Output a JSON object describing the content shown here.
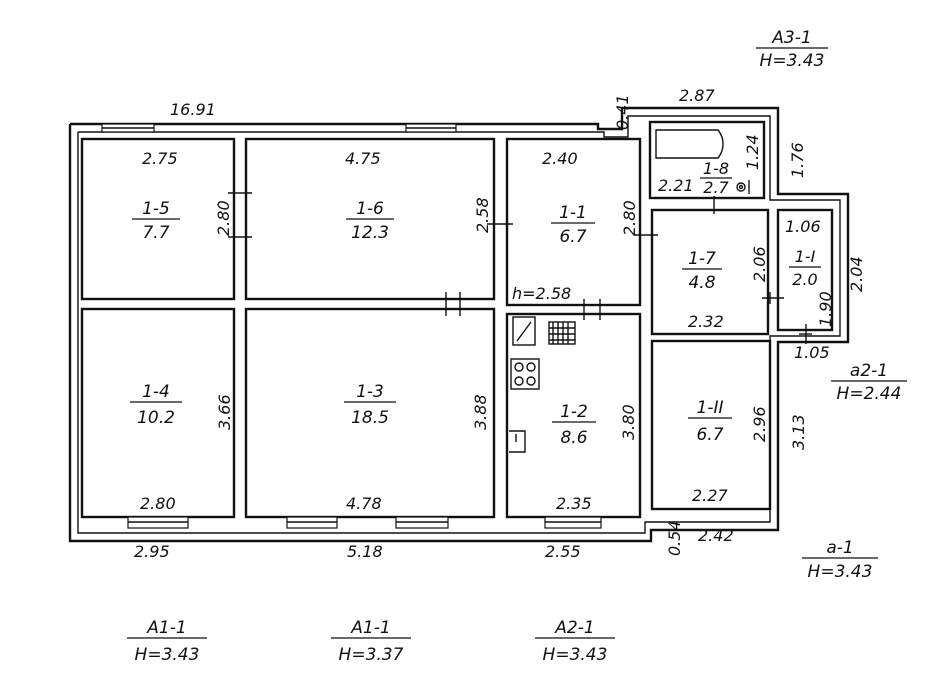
{
  "outer_dims": {
    "top_total": "16.91",
    "wall_step": "0.41",
    "annex_top": "2.87",
    "annex_side": "1.76",
    "porch_side": "2.04",
    "annex_right": "3.13",
    "step_bottom": "0.54",
    "annex_bottom": "2.42",
    "bottom_left": "2.95",
    "bottom_mid": "5.18",
    "bottom_right": "2.55"
  },
  "rooms": [
    {
      "id": "1-5",
      "area": "7.7",
      "width": "2.75",
      "depth": "2.80"
    },
    {
      "id": "1-6",
      "area": "12.3",
      "width": "4.75",
      "depth": "2.58"
    },
    {
      "id": "1-1",
      "area": "6.7",
      "width": "2.40",
      "depth": "2.80"
    },
    {
      "id": "1-8",
      "area": "2.7",
      "width": "2.21",
      "depth": "1.24"
    },
    {
      "id": "1-7",
      "area": "4.8",
      "width": "2.32",
      "depth": "2.06"
    },
    {
      "id": "1-I",
      "area": "2.0",
      "width": "1.06",
      "depth": "1.90",
      "extra": "1.05"
    },
    {
      "id": "1-4",
      "area": "10.2",
      "width": "2.80",
      "depth": "3.66"
    },
    {
      "id": "1-3",
      "area": "18.5",
      "width": "4.78",
      "depth": "3.88"
    },
    {
      "id": "1-2",
      "area": "8.6",
      "width": "2.35",
      "depth": "3.80",
      "height_note": "h=2.58"
    },
    {
      "id": "1-II",
      "area": "6.7",
      "width": "2.27",
      "depth": "2.96"
    }
  ],
  "letters": [
    {
      "name": "А3-1",
      "height": "Н=3.43"
    },
    {
      "name": "а2-1",
      "height": "Н=2.44"
    },
    {
      "name": "а-1",
      "height": "Н=3.43"
    },
    {
      "name": "А1-1",
      "height": "Н=3.43"
    },
    {
      "name": "А1-1",
      "height": "Н=3.37"
    },
    {
      "name": "А2-1",
      "height": "Н=3.43"
    }
  ]
}
